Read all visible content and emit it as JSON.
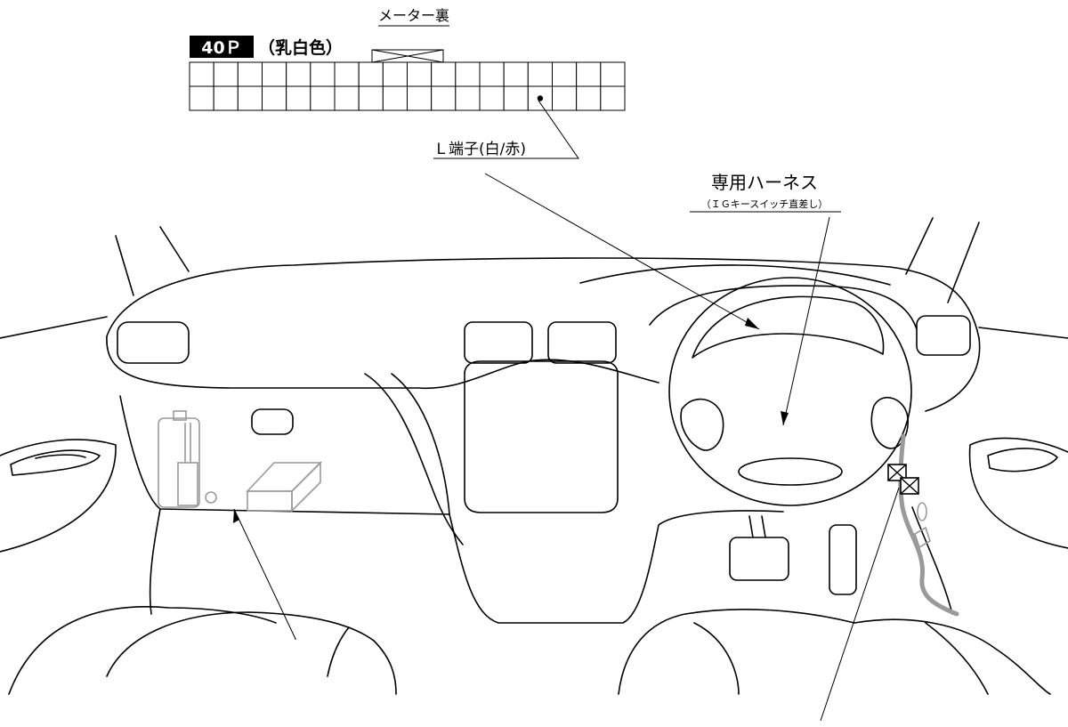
{
  "connector": {
    "pin_count_label": "40Ｐ",
    "color_label": "（乳白色）",
    "location_label": "メーター裏",
    "rows": 2,
    "cols": 18,
    "marked_pin": {
      "row": 2,
      "col": 15
    }
  },
  "callouts": {
    "terminal_label": "Ｌ端子(白/赤)",
    "harness_label": "専用ハーネス",
    "harness_sublabel": "（ＩＧキースイッチ直差し）"
  }
}
